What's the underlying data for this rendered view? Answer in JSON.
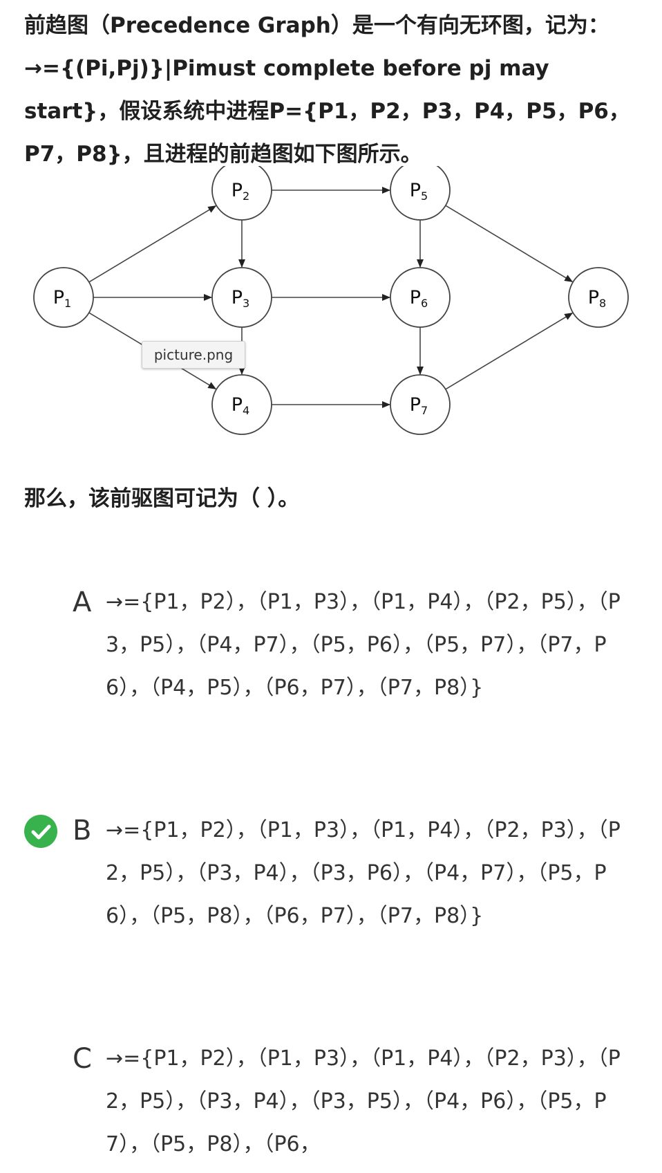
{
  "question": {
    "text": "前趋图（Precedence Graph）是一个有向无环图，记为：→={(Pi,Pj)}|Pimust complete before pj may start}，假设系统中进程P={P1，P2，P3，P4，P5，P6，P7，P8}，且进程的前趋图如下图所示。"
  },
  "graph": {
    "nodes": [
      {
        "id": "P1",
        "base": "P",
        "sub": "1"
      },
      {
        "id": "P2",
        "base": "P",
        "sub": "2"
      },
      {
        "id": "P3",
        "base": "P",
        "sub": "3"
      },
      {
        "id": "P4",
        "base": "P",
        "sub": "4"
      },
      {
        "id": "P5",
        "base": "P",
        "sub": "5"
      },
      {
        "id": "P6",
        "base": "P",
        "sub": "6"
      },
      {
        "id": "P7",
        "base": "P",
        "sub": "7"
      },
      {
        "id": "P8",
        "base": "P",
        "sub": "8"
      }
    ],
    "edges": [
      [
        "P1",
        "P2"
      ],
      [
        "P1",
        "P3"
      ],
      [
        "P1",
        "P4"
      ],
      [
        "P2",
        "P3"
      ],
      [
        "P2",
        "P5"
      ],
      [
        "P3",
        "P4"
      ],
      [
        "P3",
        "P6"
      ],
      [
        "P4",
        "P7"
      ],
      [
        "P5",
        "P6"
      ],
      [
        "P5",
        "P8"
      ],
      [
        "P6",
        "P7"
      ],
      [
        "P7",
        "P8"
      ]
    ],
    "tooltip": "picture.png"
  },
  "prompt": "那么，该前驱图可记为（ ）。",
  "options": [
    {
      "letter": "A",
      "correct": false,
      "text": "→={P1，P2），（P1，P3），（P1，P4），（P2，P5），（P3，P5），（P4，P7），（P5，P6），（P5，P7），（P7，P6），（P4，P5），（P6，P7），（P7，P8）}"
    },
    {
      "letter": "B",
      "correct": true,
      "text": "→={P1，P2），（P1，P3），（P1，P4），（P2，P3），（P2，P5），（P3，P4），（P3，P6），（P4，P7），（P5，P6），（P5，P8），（P6，P7），（P7，P8）}"
    },
    {
      "letter": "C",
      "correct": false,
      "text": "→={P1，P2），（P1，P3），（P1，P4），（P2，P3），（P2，P5），（P3，P4），（P3，P5），（P4，P6），（P5，P7），（P5，P8），（P6，"
    }
  ],
  "colors": {
    "correct": "#37b24d",
    "text": "#333333",
    "node_stroke": "#444444"
  }
}
